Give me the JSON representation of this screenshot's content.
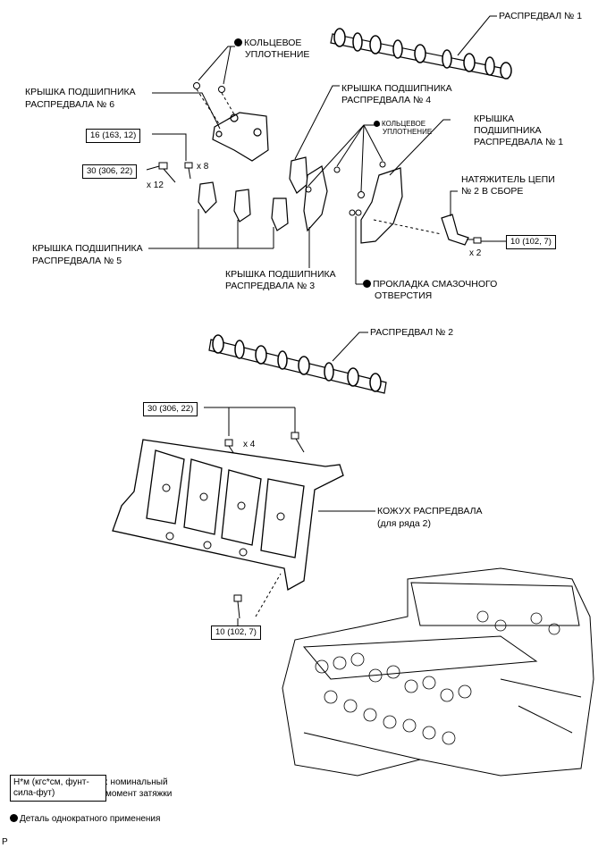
{
  "labels": {
    "camshaft1": "РАСПРЕДВАЛ № 1",
    "oring_top_line1": "КОЛЬЦЕВОЕ",
    "oring_top_line2": "УПЛОТНЕНИЕ",
    "cap6_line1": "КРЫШКА ПОДШИПНИКА",
    "cap6_line2": "РАСПРЕДВАЛА № 6",
    "cap4_line1": "КРЫШКА ПОДШИПНИКА",
    "cap4_line2": "РАСПРЕДВАЛА № 4",
    "oring_small_line1": "КОЛЬЦЕВОЕ",
    "oring_small_line2": "УПЛОТНЕНИЕ",
    "cap1_line1": "КРЫШКА",
    "cap1_line2": "ПОДШИПНИКА",
    "cap1_line3": "РАСПРЕДВАЛА № 1",
    "tensioner_line1": "НАТЯЖИТЕЛЬ ЦЕПИ",
    "tensioner_line2": "№ 2 В СБОРЕ",
    "cap5_line1": "КРЫШКА ПОДШИПНИКА",
    "cap5_line2": "РАСПРЕДВАЛА № 5",
    "cap3_line1": "КРЫШКА ПОДШИПНИКА",
    "cap3_line2": "РАСПРЕДВАЛА № 3",
    "gasket_line1": "ПРОКЛАДКА СМАЗОЧНОГО",
    "gasket_line2": "ОТВЕРСТИЯ",
    "camshaft2": "РАСПРЕДВАЛ № 2",
    "housing_line1": "КОЖУХ РАСПРЕДВАЛА",
    "housing_line2": "(для ряда 2)"
  },
  "torques": {
    "t16": "16 (163, 12)",
    "t30a": "30 (306, 22)",
    "t10a": "10 (102, 7)",
    "t30b": "30 (306, 22)",
    "t10b": "10 (102, 7)"
  },
  "quantities": {
    "x8": "x 8",
    "x12": "x 12",
    "x2": "x 2",
    "x4": "x 4"
  },
  "legend": {
    "unit_line1": "Н*м (кгс*см, фунт-",
    "unit_line2": "сила-фут)",
    "unit_desc_line1": ": номинальный",
    "unit_desc_line2": "момент затяжки",
    "single_use": "Деталь однократного применения"
  },
  "footer": "P"
}
